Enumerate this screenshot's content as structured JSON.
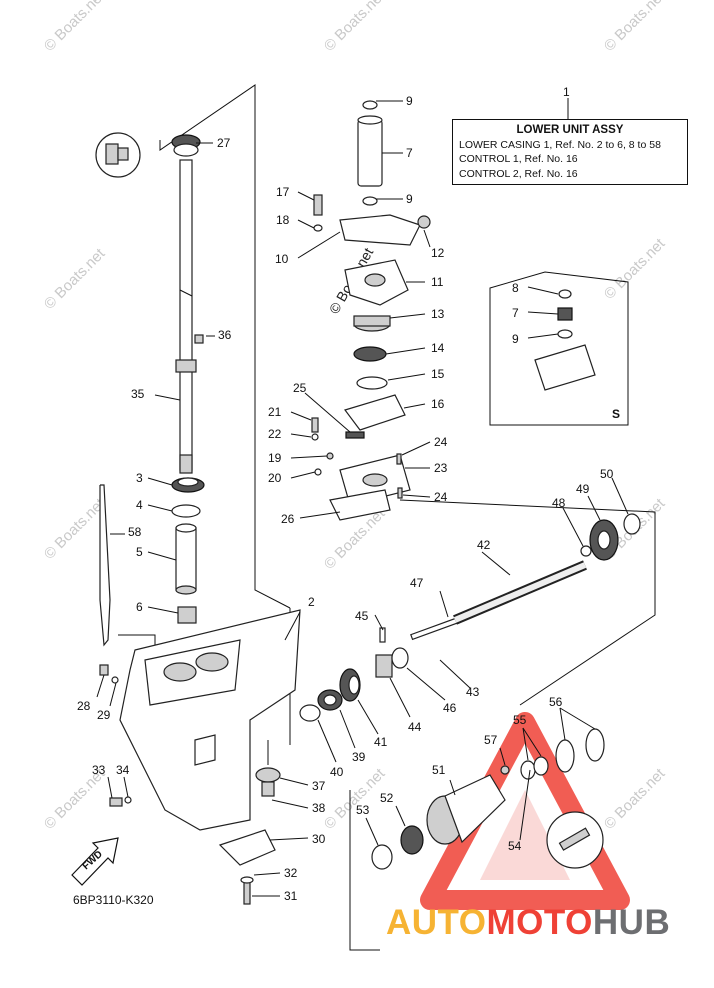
{
  "assembly_box": {
    "ref_number": "1",
    "title": "LOWER UNIT ASSY",
    "lines": [
      "LOWER CASING 1,  Ref. No. 2 to 6, 8 to 58",
      "CONTROL 1,  Ref. No. 16",
      "CONTROL 2,  Ref. No. 16"
    ]
  },
  "inset": {
    "variant_label": "S",
    "callouts": [
      "8",
      "7",
      "9"
    ]
  },
  "callouts": {
    "c2": "2",
    "c3": "3",
    "c4": "4",
    "c5": "5",
    "c6": "6",
    "c7": "7",
    "c9a": "9",
    "c9b": "9",
    "c10": "10",
    "c11": "11",
    "c12": "12",
    "c13": "13",
    "c14": "14",
    "c15": "15",
    "c16": "16",
    "c17": "17",
    "c18": "18",
    "c19": "19",
    "c20": "20",
    "c21": "21",
    "c22": "22",
    "c23": "23",
    "c24a": "24",
    "c24b": "24",
    "c25": "25",
    "c26": "26",
    "c27": "27",
    "c28": "28",
    "c29": "29",
    "c30": "30",
    "c31": "31",
    "c32": "32",
    "c33": "33",
    "c34": "34",
    "c35": "35",
    "c36": "36",
    "c37": "37",
    "c38": "38",
    "c39": "39",
    "c40": "40",
    "c41": "41",
    "c42": "42",
    "c43": "43",
    "c44": "44",
    "c45": "45",
    "c46": "46",
    "c47": "47",
    "c48": "48",
    "c49": "49",
    "c50": "50",
    "c51": "51",
    "c52": "52",
    "c53": "53",
    "c54": "54",
    "c55": "55",
    "c56": "56",
    "c57": "57",
    "c58": "58"
  },
  "fwd_label": "FWD",
  "drawing_number": "6BP3110-K320",
  "watermark": {
    "text": "© Boats.net",
    "center_text": "© Boats.net"
  },
  "brand": {
    "part1": "AUTO",
    "part2": "MOTO",
    "part3": "HUB",
    "colors": {
      "auto": "#f6b333",
      "moto": "#ef4136",
      "hub": "#6d6e71"
    }
  },
  "colors": {
    "line": "#111111",
    "watermark": "#c9c9c9",
    "logo_triangle": "#ef4136"
  }
}
